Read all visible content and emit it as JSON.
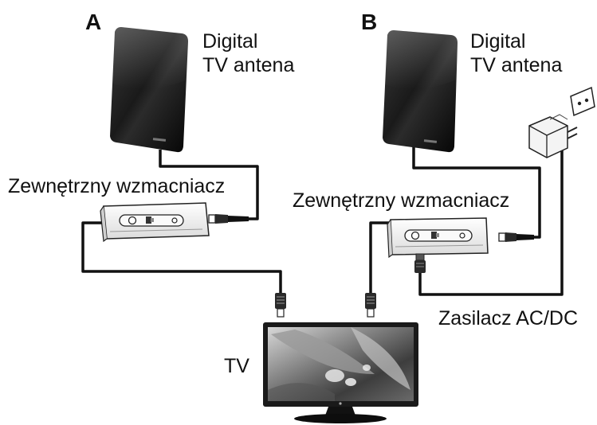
{
  "panels": {
    "a": {
      "letter": "A",
      "antenna_line1": "Digital",
      "antenna_line2": "TV antena",
      "amplifier": "Zewnętrzny wzmacniacz"
    },
    "b": {
      "letter": "B",
      "antenna_line1": "Digital",
      "antenna_line2": "TV antena",
      "amplifier": "Zewnętrzny wzmacniacz",
      "power_adapter": "Zasilacz AC/DC"
    }
  },
  "tv": {
    "label": "TV"
  },
  "icons": [
    "antenna-icon",
    "amplifier-icon",
    "coax-plug-icon",
    "power-adapter-icon",
    "wall-socket-icon",
    "tv-icon"
  ],
  "colors": {
    "cable": "#111111",
    "panel_dark": "#1b1b1b",
    "device_body": "#f2f2f2",
    "outline": "#222222"
  }
}
